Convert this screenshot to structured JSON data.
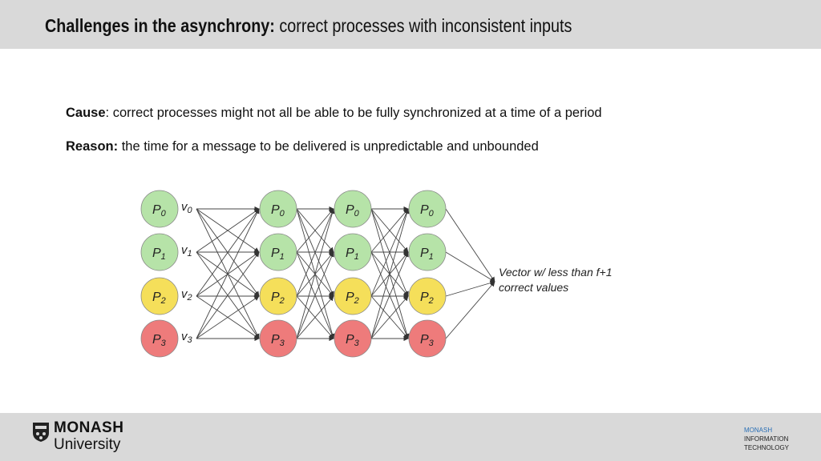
{
  "header": {
    "title_bold": "Challenges in the asynchrony:",
    "title_rest": "correct processes with inconsistent inputs"
  },
  "content": {
    "cause_label": "Cause",
    "cause_text": ": correct processes might not all be able to be fully synchronized at a time of a period",
    "reason_label": "Reason:",
    "reason_text": " the time for a message to be delivered is unpredictable and unbounded"
  },
  "diagram": {
    "rows": [
      {
        "label": "P",
        "sub": "0",
        "input": "v",
        "input_sub": "0",
        "color": "#b6e3a8"
      },
      {
        "label": "P",
        "sub": "1",
        "input": "v",
        "input_sub": "1",
        "color": "#b6e3a8"
      },
      {
        "label": "P",
        "sub": "2",
        "input": "v",
        "input_sub": "2",
        "color": "#f5df5a"
      },
      {
        "label": "P",
        "sub": "3",
        "input": "v",
        "input_sub": "3",
        "color": "#ee7b7b"
      }
    ],
    "annotation_line1": "Vector w/ less than f+1",
    "annotation_line2": "correct values"
  },
  "footer": {
    "logo_name": "MONASH",
    "logo_sub": "University",
    "faculty_line1": "MONASH",
    "faculty_line2": "INFORMATION",
    "faculty_line3": "TECHNOLOGY"
  },
  "colors": {
    "header_bg": "#d9d9d9",
    "footer_bg": "#d9d9d9",
    "faculty_accent": "#2a6fb5"
  }
}
